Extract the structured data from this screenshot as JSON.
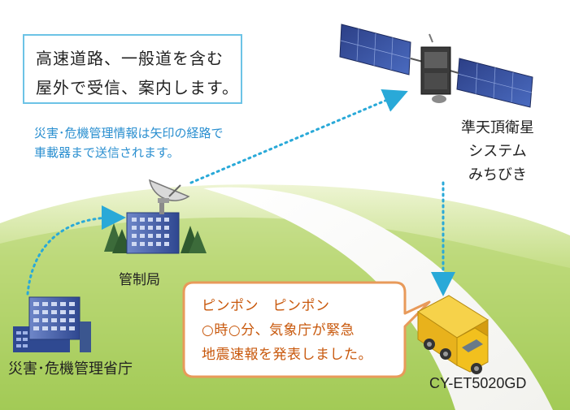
{
  "info_box": {
    "line1": "高速道路、一般道を含む",
    "line2": "屋外で受信、案内します。"
  },
  "route_note": {
    "line1": "災害･危機管理情報は矢印の経路で",
    "line2": "車載器まで送信されます。"
  },
  "satellite": {
    "label_line1": "準天頂衛星",
    "label_line2": "システム",
    "label_line3": "みちびき"
  },
  "station": {
    "label": "管制局"
  },
  "ministry": {
    "label": "災害･危機管理省庁"
  },
  "receiver": {
    "label": "CY-ET5020GD"
  },
  "announcement": {
    "line1": "ピンポン　ピンポン",
    "line2": "○時○分、気象庁が緊急",
    "line3": "地震速報を発表しました。"
  },
  "colors": {
    "accent_blue": "#2a8fd0",
    "arrow_blue": "#29a9d8",
    "grass_green": "#a8cc5a",
    "bubble_orange": "#e89a5a",
    "bubble_text": "#c8580c",
    "truck_yellow": "#f2c01e"
  }
}
